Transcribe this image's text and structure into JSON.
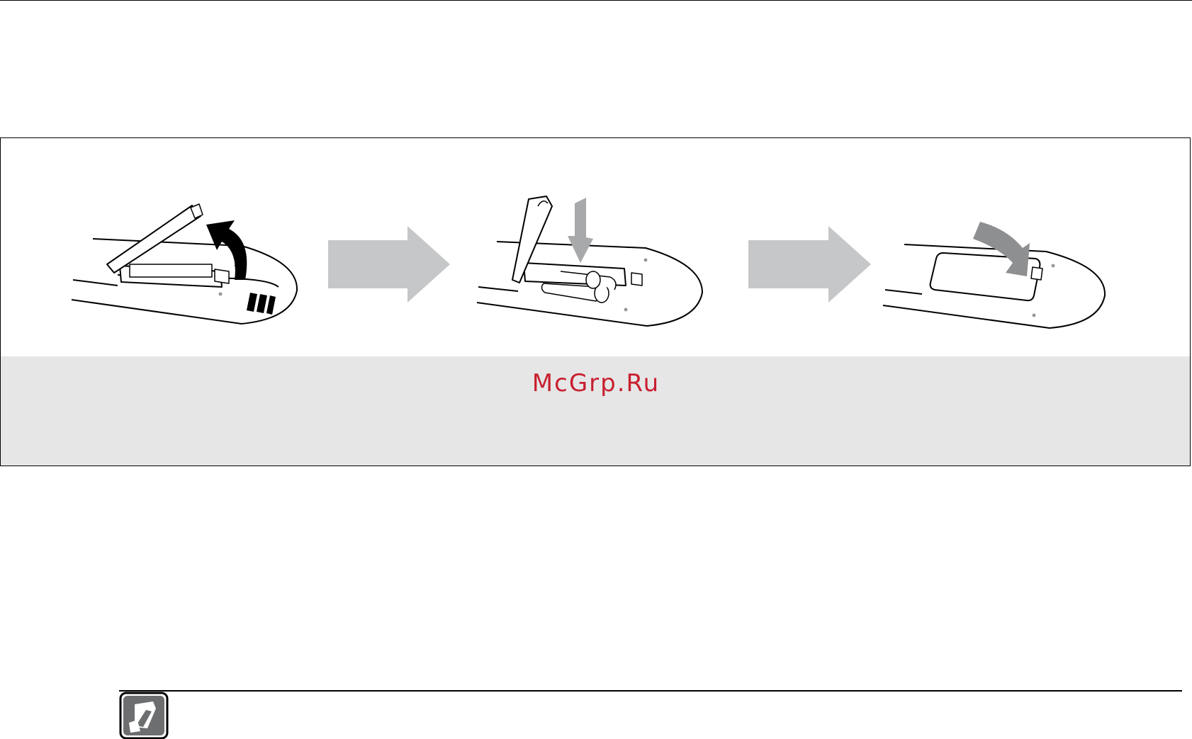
{
  "watermark": {
    "text": "McGrp.Ru",
    "color": "#c8202f"
  },
  "steps": [
    {
      "name": "open-battery-cover",
      "icon": "remote-open-cover-illustration"
    },
    {
      "name": "insert-batteries",
      "icon": "remote-insert-batteries-illustration"
    },
    {
      "name": "close-battery-cover",
      "icon": "remote-close-cover-illustration"
    }
  ],
  "arrows": [
    {
      "icon": "right-arrow-icon",
      "color": "#c6c7c8"
    },
    {
      "icon": "right-arrow-icon",
      "color": "#c6c7c8"
    }
  ],
  "caption_band": {
    "color": "#e6e6e7"
  },
  "note": {
    "icon": "note-pencil-icon"
  }
}
